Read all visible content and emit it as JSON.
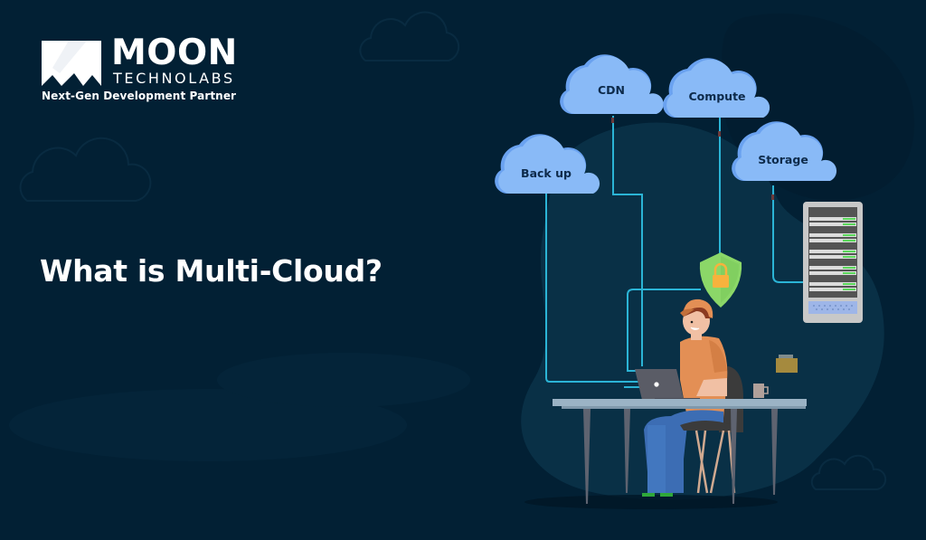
{
  "brand": {
    "name_primary": "MOON",
    "name_secondary": "TECHNOLABS",
    "tagline": "Next-Gen Development Partner"
  },
  "headline": "What is Multi-Cloud?",
  "illustration": {
    "clouds": [
      {
        "id": "cdn",
        "label": "CDN"
      },
      {
        "id": "compute",
        "label": "Compute"
      },
      {
        "id": "backup",
        "label": "Back up"
      },
      {
        "id": "storage",
        "label": "Storage"
      }
    ],
    "icons": [
      "security-shield-lock",
      "server-rack",
      "laptop",
      "coffee-mug",
      "folder"
    ]
  },
  "colors": {
    "background": "#022034",
    "cloud_fill": "#89baf7",
    "cloud_shade": "#6aa2f0",
    "connector_line": "#2bb4d6",
    "shield_green": "#8bd768",
    "lock_orange": "#f7b23d",
    "shirt_orange": "#e38f55"
  }
}
